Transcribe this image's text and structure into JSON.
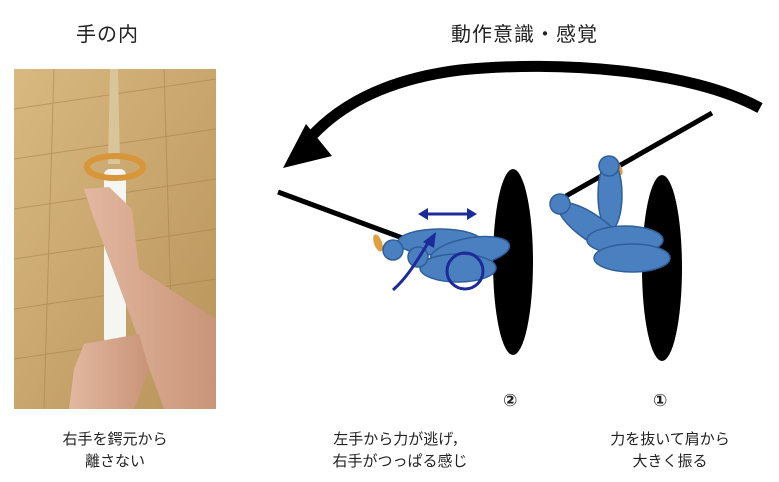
{
  "headings": {
    "left": "手の内",
    "right": "動作意識・感覚"
  },
  "step_labels": {
    "step2": "②",
    "step1": "①"
  },
  "captions": {
    "photo": [
      "右手を鍔元から",
      "離さない"
    ],
    "step2": [
      "左手から力が逃げ，",
      "右手がつっぱる感じ"
    ],
    "step1": [
      "力を抜いて肩から",
      "大きく振る"
    ]
  },
  "colors": {
    "arm_fill": "#4a7fc0",
    "arm_stroke": "#2f5f99",
    "body": "#000000",
    "guard": "#e0a040",
    "annotation": "#1c2a9a",
    "floor": "#c9a56b"
  }
}
